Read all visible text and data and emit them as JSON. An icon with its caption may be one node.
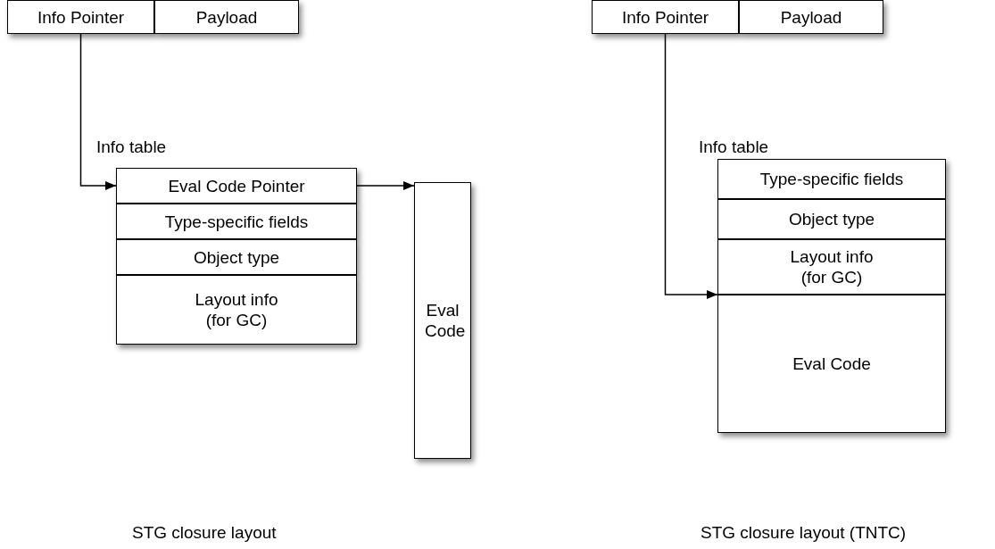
{
  "diagram": {
    "nodes": [
      {
        "text": [
          "Info Pointer"
        ]
      },
      {
        "text": [
          "Payload"
        ]
      },
      {
        "text": [
          "Eval Code Pointer"
        ]
      },
      {
        "text": [
          "Type-specific fields"
        ]
      },
      {
        "text": [
          "Object type"
        ]
      },
      {
        "text": [
          "Layout info (for GC)"
        ]
      },
      {
        "text": [
          "Eval Code"
        ]
      },
      {
        "text": [
          "Info Pointer"
        ]
      },
      {
        "text": [
          "Payload"
        ]
      },
      {
        "text": [
          "Type-specific fields"
        ]
      },
      {
        "text": [
          "Object type"
        ]
      },
      {
        "text": [
          "Layout info (for GC)"
        ]
      },
      {
        "text": [
          "Eval Code"
        ]
      }
    ],
    "edges": [
      {
        "from": 0,
        "to": 2,
        "arrow": "to",
        "label": "Info table"
      },
      {
        "from": 2,
        "to": 6,
        "arrow": "to"
      },
      {
        "from": 7,
        "to": 12,
        "arrow": "to",
        "label": "Info table"
      }
    ],
    "labels": [
      "STG closure layout",
      "STG closure layout (TNTC)"
    ]
  }
}
